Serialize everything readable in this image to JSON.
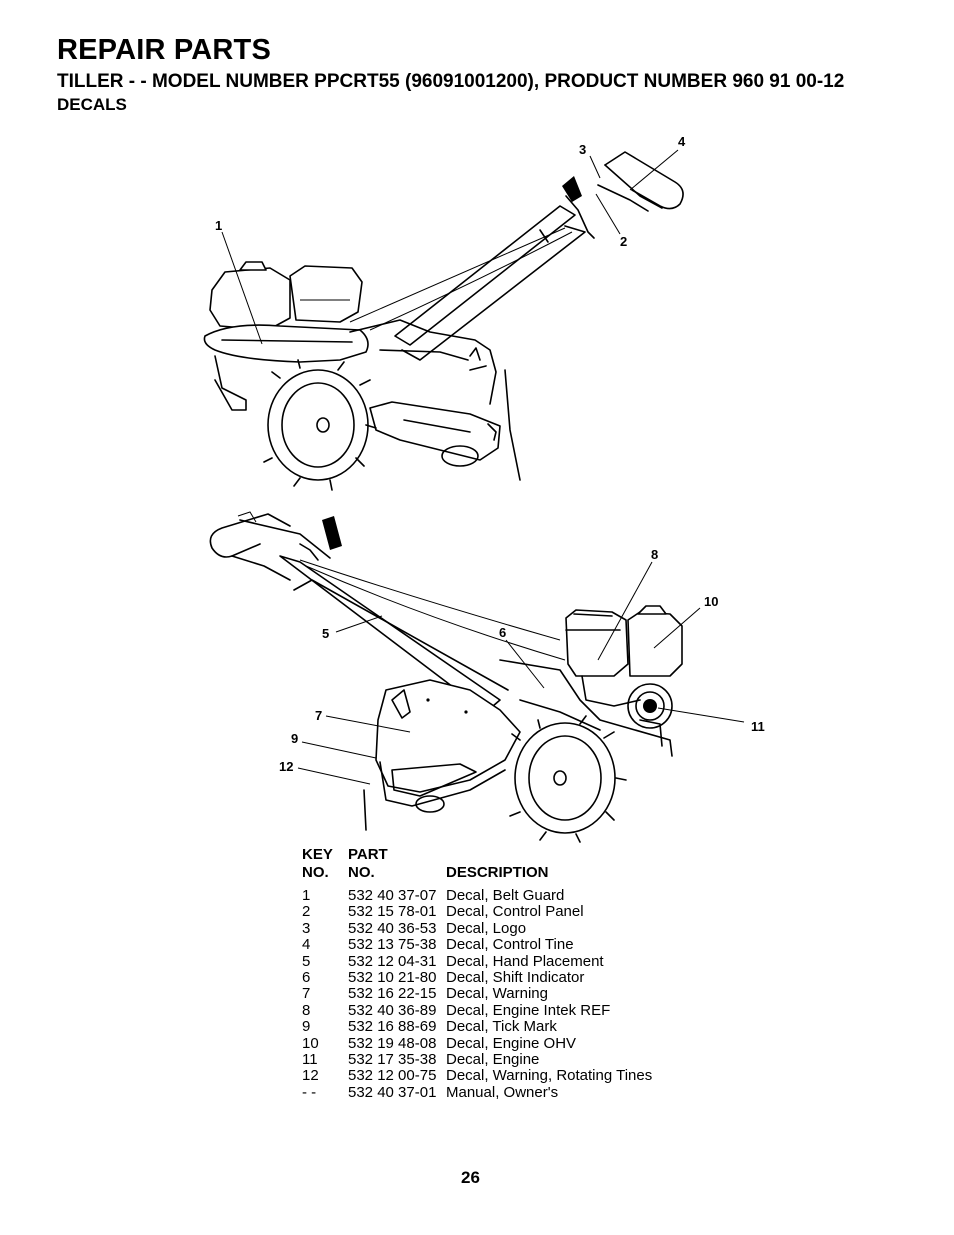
{
  "header": {
    "title": "REPAIR PARTS",
    "subtitle": "TILLER - - MODEL NUMBER PPCRT55 (96091001200), PRODUCT NUMBER 960 91 00-12",
    "section": "DECALS"
  },
  "callouts": {
    "c1": "1",
    "c2": "2",
    "c3": "3",
    "c4": "4",
    "c5": "5",
    "c6": "6",
    "c7": "7",
    "c8": "8",
    "c9": "9",
    "c10": "10",
    "c11": "11",
    "c12": "12"
  },
  "table": {
    "headers": {
      "key_line1": "KEY",
      "key_line2": "NO.",
      "part_line1": "PART",
      "part_line2": "NO.",
      "description": "DESCRIPTION"
    },
    "rows": [
      {
        "key": "1",
        "part": "532 40 37-07",
        "description": "Decal, Belt Guard"
      },
      {
        "key": "2",
        "part": "532 15 78-01",
        "description": "Decal, Control Panel"
      },
      {
        "key": "3",
        "part": "532 40 36-53",
        "description": "Decal, Logo"
      },
      {
        "key": "4",
        "part": "532 13 75-38",
        "description": "Decal, Control Tine"
      },
      {
        "key": "5",
        "part": "532 12 04-31",
        "description": "Decal, Hand Placement"
      },
      {
        "key": "6",
        "part": "532 10 21-80",
        "description": "Decal, Shift Indicator"
      },
      {
        "key": "7",
        "part": "532 16 22-15",
        "description": "Decal, Warning"
      },
      {
        "key": "8",
        "part": "532 40 36-89",
        "description": "Decal, Engine Intek REF"
      },
      {
        "key": "9",
        "part": "532 16 88-69",
        "description": "Decal, Tick Mark"
      },
      {
        "key": "10",
        "part": "532 19 48-08",
        "description": "Decal, Engine OHV"
      },
      {
        "key": "11",
        "part": "532 17 35-38",
        "description": "Decal, Engine"
      },
      {
        "key": "12",
        "part": "532 12 00-75",
        "description": "Decal, Warning, Rotating Tines"
      },
      {
        "key": " - -",
        "part": "532 40 37-01",
        "description": "Manual, Owner's"
      }
    ]
  },
  "footer": {
    "page_number": "26"
  }
}
